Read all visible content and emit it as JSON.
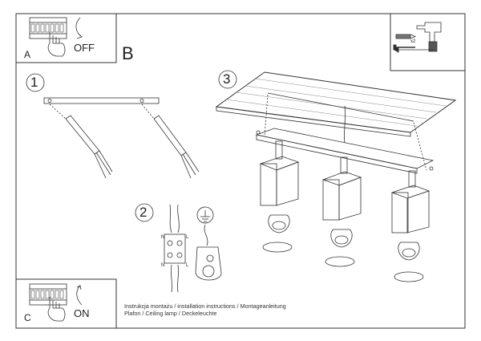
{
  "panels": {
    "a": {
      "letter": "A",
      "switch_state": "OFF"
    },
    "c": {
      "letter": "C",
      "switch_state": "ON"
    }
  },
  "section_letter": "B",
  "steps": [
    "1",
    "2",
    "3"
  ],
  "tools": {
    "quantity": "x2"
  },
  "terminals": {
    "n": "N",
    "l": "L"
  },
  "caption": {
    "line1": "Instrukcja montażu / installation instructions / Montageanleitung",
    "line2": "Plafon / Ceiling lamp / Deckeleuchte"
  },
  "icons": [
    "breaker-switch-icon",
    "hand-icon",
    "curved-arrow-icon",
    "drill-icon",
    "wall-plug-icon",
    "screw-icon",
    "earth-ground-icon",
    "terminal-block-icon",
    "ceiling-lamp-icon",
    "bulb-icon"
  ]
}
